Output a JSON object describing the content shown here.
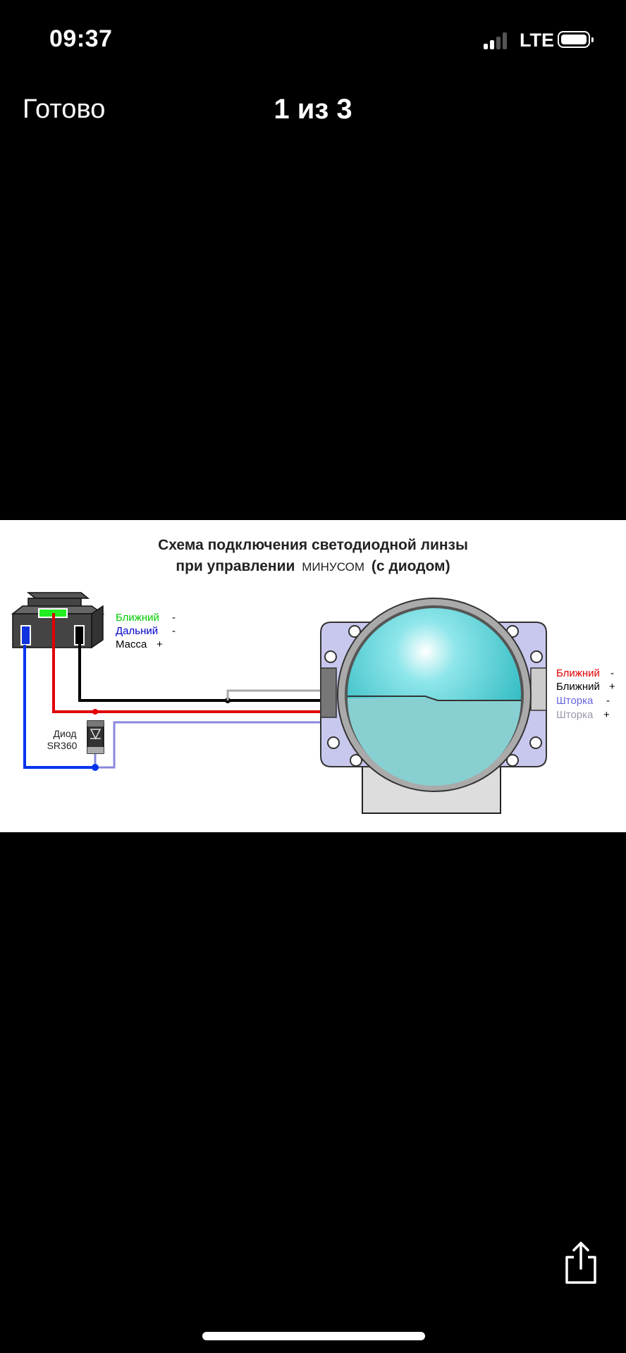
{
  "status_bar": {
    "time": "09:37",
    "network": "LTE",
    "signal_bars": 2,
    "battery_icon": "battery-icon"
  },
  "nav": {
    "done_label": "Готово",
    "page_counter": "1 из 3"
  },
  "diagram": {
    "title_line1": "Схема подключения светодиодной линзы",
    "title_line2_part1": "при управлении",
    "title_line2_part2": "МИНУСОМ",
    "title_line2_part3": "(с диодом)",
    "connector_labels": [
      {
        "text": "Ближний",
        "sign": "-",
        "color": "#00cc00"
      },
      {
        "text": "Дальний",
        "sign": "-",
        "color": "#0000cc"
      },
      {
        "text": "Масса",
        "sign": "+",
        "color": "#000000"
      }
    ],
    "diode_label_line1": "Диод",
    "diode_label_line2": "SR360",
    "lens_labels": [
      {
        "text": "Ближний",
        "sign": "-",
        "color": "#e00000"
      },
      {
        "text": "Ближний",
        "sign": "+",
        "color": "#000000"
      },
      {
        "text": "Шторка",
        "sign": "-",
        "color": "#6666dd"
      },
      {
        "text": "Шторка",
        "sign": "+",
        "color": "#9999aa"
      }
    ]
  },
  "toolbar": {
    "share_icon": "share-icon"
  }
}
